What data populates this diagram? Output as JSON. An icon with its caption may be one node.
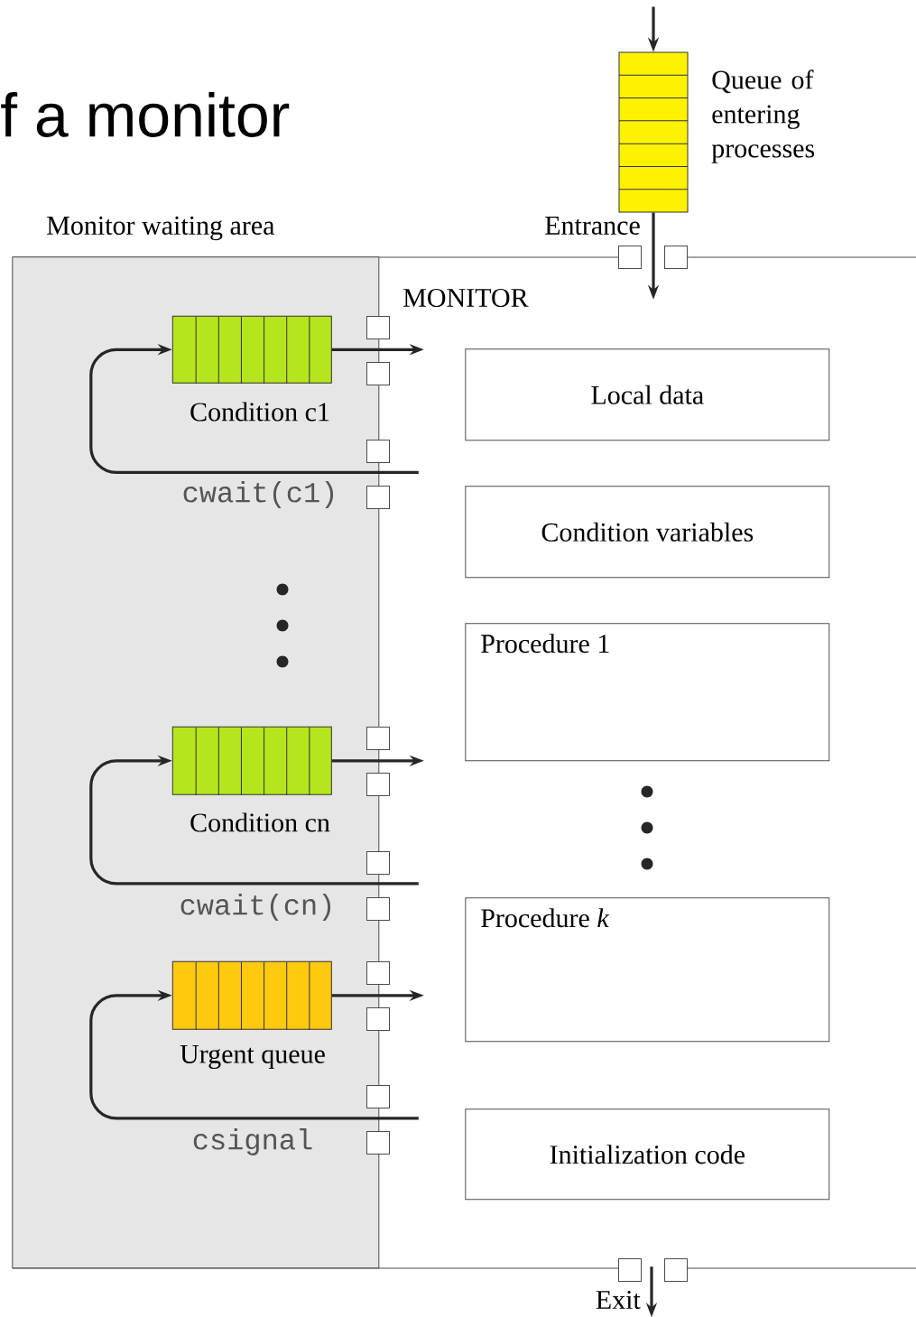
{
  "diagram": {
    "title": "f a monitor",
    "nodes": [
      {
        "text": [
          "Monitor waiting area"
        ],
        "in": 1
      },
      {
        "text": [
          "MONITOR"
        ]
      },
      {
        "text": [
          "Queue of entering processes"
        ]
      },
      {
        "text": [
          "Condition c1"
        ],
        "in": 0
      },
      {
        "text": [
          "Condition cn"
        ],
        "in": 0
      },
      {
        "text": [
          "Urgent queue"
        ],
        "in": 0
      },
      {
        "text": [
          "Local data"
        ],
        "in": 1
      },
      {
        "text": [
          "Condition variables"
        ],
        "in": 1
      },
      {
        "text": [
          "Procedure 1"
        ],
        "in": 1
      },
      {
        "text": [
          "Procedure *k*"
        ],
        "in": 1
      },
      {
        "text": [
          "Initialization code"
        ],
        "in": 1
      }
    ],
    "edges": [
      {
        "from": null,
        "to": 2,
        "arrow": "to"
      },
      {
        "from": 2,
        "to": 1,
        "arrow": "to",
        "label": "Entrance"
      },
      {
        "from": 3,
        "to": null,
        "arrow": "to"
      },
      {
        "from": null,
        "to": 3,
        "arrow": "to",
        "label": "cwait(c1)"
      },
      {
        "from": 4,
        "to": null,
        "arrow": "to"
      },
      {
        "from": null,
        "to": 4,
        "arrow": "to",
        "label": "cwait(cn)"
      },
      {
        "from": 5,
        "to": null,
        "arrow": "to"
      },
      {
        "from": null,
        "to": 5,
        "arrow": "to",
        "label": "csignal"
      },
      {
        "from": 1,
        "to": null,
        "arrow": "to",
        "label": "Exit"
      }
    ]
  }
}
